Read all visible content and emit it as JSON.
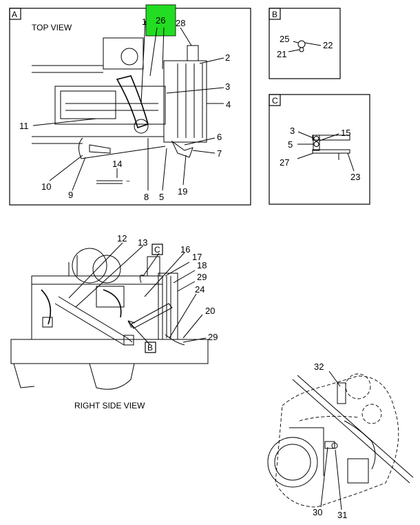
{
  "views": {
    "a": {
      "letter": "A",
      "title": "TOP VIEW"
    },
    "b": {
      "letter": "B"
    },
    "c": {
      "letter": "C"
    },
    "side": {
      "title": "RIGHT SIDE VIEW"
    }
  },
  "callouts": {
    "c1": "1",
    "c2": "2",
    "c3": "3",
    "c4": "4",
    "c5": "5",
    "c6": "6",
    "c7": "7",
    "c8": "8",
    "c9": "9",
    "c10": "10",
    "c11": "11",
    "c12": "12",
    "c13": "13",
    "c14": "14",
    "c15": "15",
    "c16": "16",
    "c17": "17",
    "c18": "18",
    "c19": "19",
    "c20": "20",
    "c21": "21",
    "c22": "22",
    "c23": "23",
    "c24": "24",
    "c25": "25",
    "c26": "26",
    "c27": "27",
    "c28": "28",
    "c29a": "29",
    "c29b": "29",
    "c30": "30",
    "c31": "31",
    "c32": "32",
    "c3c": "3",
    "c5c": "5",
    "refB": "B",
    "refC": "C"
  },
  "highlight": {
    "color": "#22dd22"
  }
}
